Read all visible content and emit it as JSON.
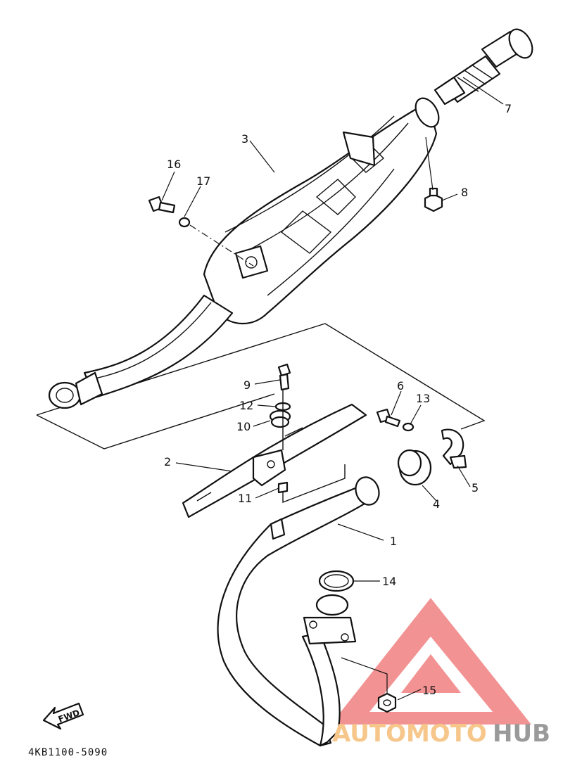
{
  "callouts": {
    "c1": "1",
    "c2": "2",
    "c3": "3",
    "c4": "4",
    "c5": "5",
    "c6": "6",
    "c7": "7",
    "c8": "8",
    "c9": "9",
    "c10": "10",
    "c11": "11",
    "c12": "12",
    "c13": "13",
    "c14": "14",
    "c15": "15",
    "c16": "16",
    "c17": "17"
  },
  "fwd_label": "FWD",
  "diagram_code": "4KB1100-5090",
  "watermark": {
    "part1": "AUTOMOTO",
    "part2": "HUB"
  },
  "colors": {
    "watermark_triangle": "#f08080",
    "watermark_orange": "#f6c68a",
    "watermark_grey": "#9a9a9a"
  }
}
